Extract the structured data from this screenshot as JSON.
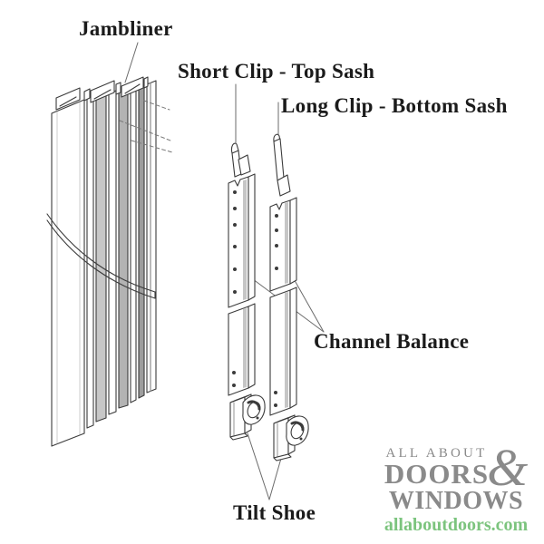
{
  "diagram": {
    "labels": {
      "jambliner": "Jambliner",
      "short_clip": "Short Clip - Top Sash",
      "long_clip": "Long Clip - Bottom Sash",
      "channel_balance": "Channel Balance",
      "tilt_shoe": "Tilt Shoe"
    },
    "parts": [
      "jambliner-extrusion-bundle",
      "short-clip-top-sash",
      "long-clip-bottom-sash",
      "channel-balance-left",
      "channel-balance-right",
      "tilt-shoe-left",
      "tilt-shoe-right"
    ]
  },
  "logo": {
    "line1": "ALL ABOUT",
    "line2": "DOORS",
    "ampersand": "&",
    "line3": "WINDOWS",
    "website": "allaboutdoors.com"
  },
  "colors": {
    "background": "#ffffff",
    "label_text": "#1b1b1b",
    "line_art": "#3b3b3b",
    "shading_dark": "#9d9d9d",
    "shading_mid": "#b3b3b3",
    "shading_light": "#c7c7c7",
    "leader_line": "#6b6b6b",
    "logo_gray": "#8a8a8a",
    "logo_green": "#7cc47e"
  }
}
